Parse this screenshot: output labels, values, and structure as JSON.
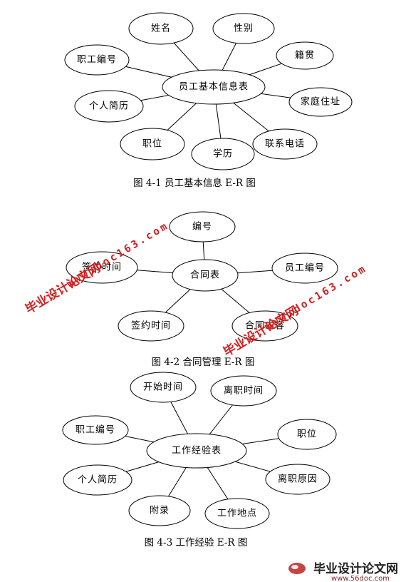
{
  "diagrams": [
    {
      "entity": "员工基本信息表",
      "attributes": [
        "姓名",
        "性别",
        "籍贯",
        "家庭住址",
        "联系电话",
        "学历",
        "职位",
        "个人简历",
        "职工编号"
      ],
      "caption": "图 4-1  员工基本信息 E-R 图"
    },
    {
      "entity": "合同表",
      "attributes": [
        "编号",
        "员工编号",
        "合同内容",
        "签约时间",
        "签约时间"
      ],
      "caption": "图 4-2  合同管理 E-R 图"
    },
    {
      "entity": "工作经验表",
      "attributes": [
        "开始时间",
        "离职时间",
        "职位",
        "离职原因",
        "工作地点",
        "附录",
        "个人简历",
        "职工编号"
      ],
      "caption": "图 4-3  工作经验 E-R 图"
    }
  ],
  "watermarks": {
    "left_cn": "毕业设计论文网",
    "left_url": "www.doc163.com",
    "right_cn": "毕业设计论文网",
    "right_url": "www.doc163.com"
  },
  "logo": {
    "cn": "毕业设计论文网",
    "url": "www.56doc.com"
  },
  "colors": {
    "watermark": "#d21f1f",
    "line": "#000000"
  }
}
